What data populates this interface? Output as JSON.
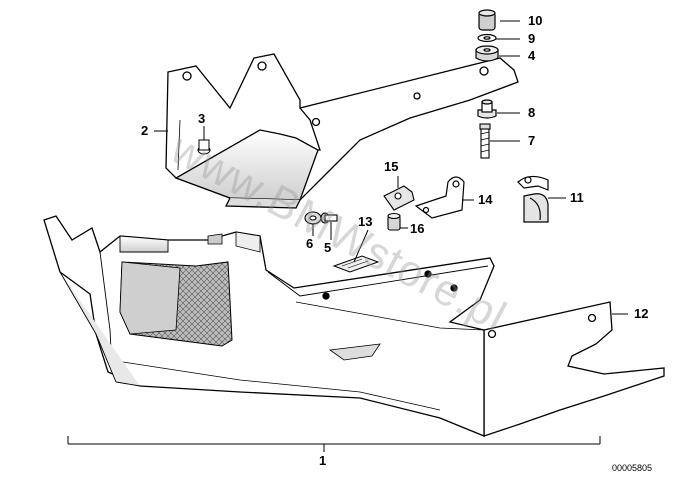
{
  "diagram": {
    "callouts": [
      "1",
      "2",
      "3",
      "4",
      "5",
      "6",
      "7",
      "8",
      "9",
      "10",
      "11",
      "12",
      "13",
      "14",
      "15",
      "16"
    ],
    "drawing_number": "00005805",
    "watermark": "www.BMWstore.pl"
  },
  "colors": {
    "line": "#000000",
    "shade": "#d8d8d8",
    "watermark": "#969696"
  }
}
